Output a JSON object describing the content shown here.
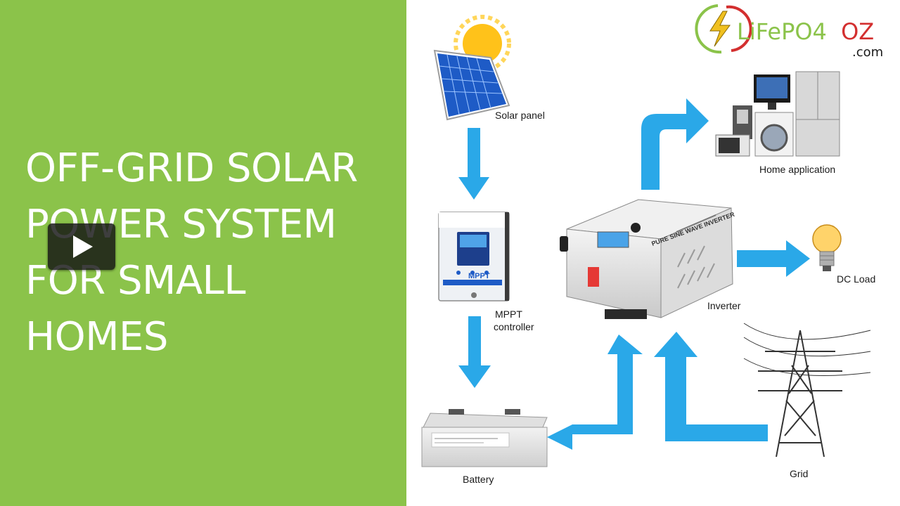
{
  "slide": {
    "title_lines": [
      "OFF-GRID SOLAR",
      "POWER SYSTEM",
      "FOR SMALL",
      "HOMES"
    ]
  },
  "colors": {
    "left_panel": "#8bc34a",
    "arrow": "#2aa8e8",
    "logo_green": "#8bc34a",
    "logo_red": "#d32f2f"
  },
  "logo": {
    "name": "LiFePO4",
    "suffix": "OZ",
    "domain": ".com"
  },
  "diagram": {
    "solar_panel": "Solar panel",
    "mppt_line1": "MPPT",
    "mppt_line2": "controller",
    "battery": "Battery",
    "inverter": "Inverter",
    "home_application": "Home application",
    "dc_load": "DC Load",
    "grid": "Grid",
    "inverter_panel_text": "PURE SINE WAVE INVERTER",
    "mppt_device_text": "MPPT"
  },
  "video": {
    "play_icon": "play-icon"
  }
}
